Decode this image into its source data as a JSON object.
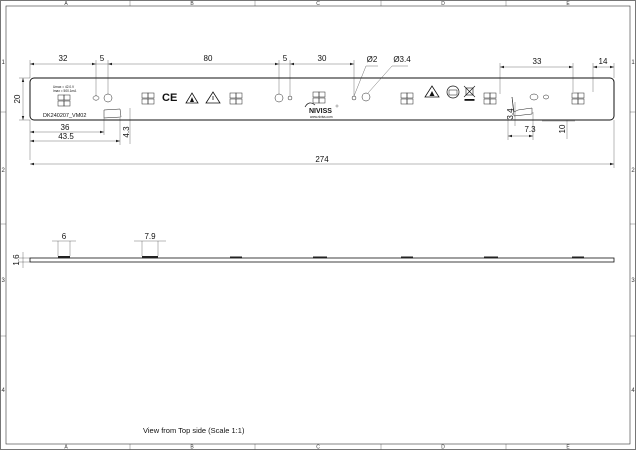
{
  "drawing": {
    "part_code": "DK240207_VM02",
    "spec_line_1": "Umax = 42.0.V",
    "spec_line_2": "Imax = 500.1mA",
    "brand": "NIVISS",
    "website": "www.niviss.com",
    "view_caption": "View from Top side (Scale 1:1)"
  },
  "zones": {
    "columns": [
      "A",
      "B",
      "C",
      "D",
      "E"
    ],
    "rows": [
      "1",
      "2",
      "3",
      "4"
    ]
  },
  "dimensions": {
    "d32": "32",
    "d5a": "5",
    "d80": "80",
    "d5b": "5",
    "d30": "30",
    "dia2": "Ø2",
    "dia34": "Ø3.4",
    "d33": "33",
    "d14": "14",
    "d20": "20",
    "d36": "36",
    "d435": "43.5",
    "d43": "4.3",
    "d34": "3.4",
    "d73": "7.3",
    "d10": "10",
    "d274": "274",
    "d6": "6",
    "d79": "7.9",
    "d16": "1.6"
  }
}
